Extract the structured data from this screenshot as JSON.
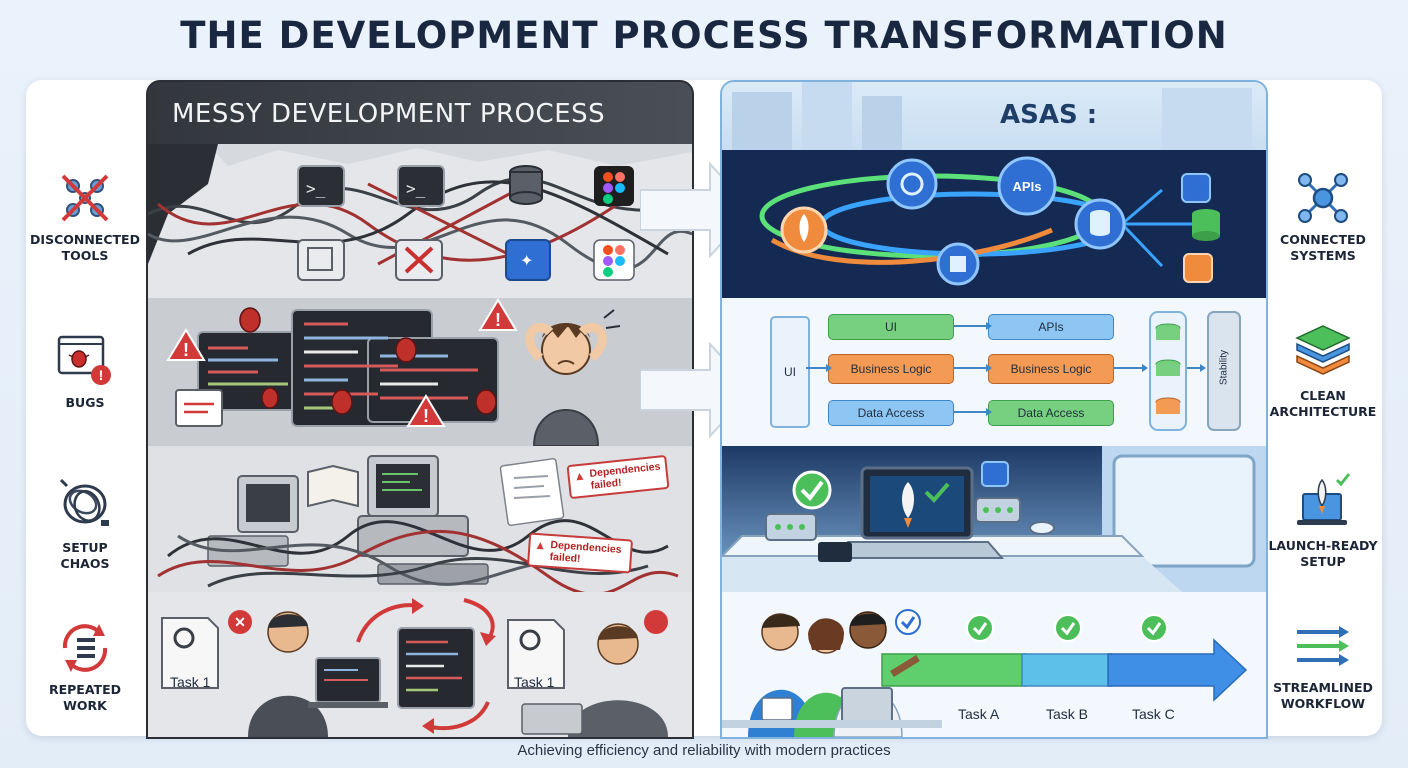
{
  "title": "THE DEVELOPMENT PROCESS TRANSFORMATION",
  "left_panel": {
    "title": "MESSY DEVELOPMENT PROCESS",
    "error_message": "Dependencies failed!",
    "task_label": "Task 1"
  },
  "right_panel": {
    "title": "ASAS :",
    "apis_badge": "APIs",
    "architecture": {
      "ui_left": "UI",
      "col1": [
        "UI",
        "Business Logic",
        "Data Access"
      ],
      "col2": [
        "APIs",
        "Business Logic",
        "Data Access"
      ],
      "stability": "Stability"
    },
    "tasks": [
      "Task A",
      "Task B",
      "Task C"
    ]
  },
  "left_side": [
    {
      "label": "DISCONNECTED\nTOOLS",
      "icon": "disconnected-icon"
    },
    {
      "label": "BUGS",
      "icon": "bug-window-icon"
    },
    {
      "label": "SETUP\nCHAOS",
      "icon": "tangled-cable-icon"
    },
    {
      "label": "REPEATED\nWORK",
      "icon": "repeat-list-icon"
    }
  ],
  "right_side": [
    {
      "label": "CONNECTED\nSYSTEMS",
      "icon": "network-icon"
    },
    {
      "label": "CLEAN\nARCHITECTURE",
      "icon": "layers-icon"
    },
    {
      "label": "LAUNCH-READY\nSETUP",
      "icon": "rocket-laptop-icon"
    },
    {
      "label": "STREAMLINED\nWORKFLOW",
      "icon": "arrows-right-icon"
    }
  ],
  "footer": "Achieving efficiency and reliability with modern practices",
  "colors": {
    "title": "#1a2740",
    "dark_panel": "#3a3e45",
    "error_red": "#d23a3a",
    "accent_blue": "#2f7fd3",
    "accent_green": "#4cbf5a",
    "accent_orange": "#f08a3c"
  }
}
